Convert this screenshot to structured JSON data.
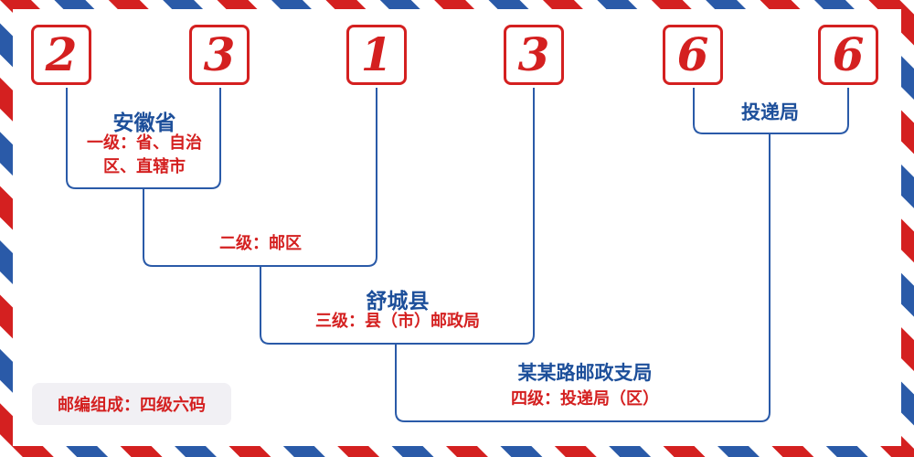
{
  "postal_code": {
    "digits": [
      "2",
      "3",
      "1",
      "3",
      "6",
      "6"
    ]
  },
  "levels": {
    "level1": {
      "place": "安徽省",
      "desc": "一级：省、自治区、直辖市"
    },
    "level2": {
      "desc": "二级：邮区"
    },
    "level3": {
      "place": "舒城县",
      "desc": "三级：县（市）邮政局"
    },
    "level4": {
      "place": "某某路邮政支局",
      "desc": "四级：投递局（区）"
    },
    "delivery": {
      "place": "投递局"
    }
  },
  "badge": {
    "text": "邮编组成：四级六码"
  },
  "colors": {
    "red": "#d42020",
    "blue": "#1d4f9a"
  }
}
